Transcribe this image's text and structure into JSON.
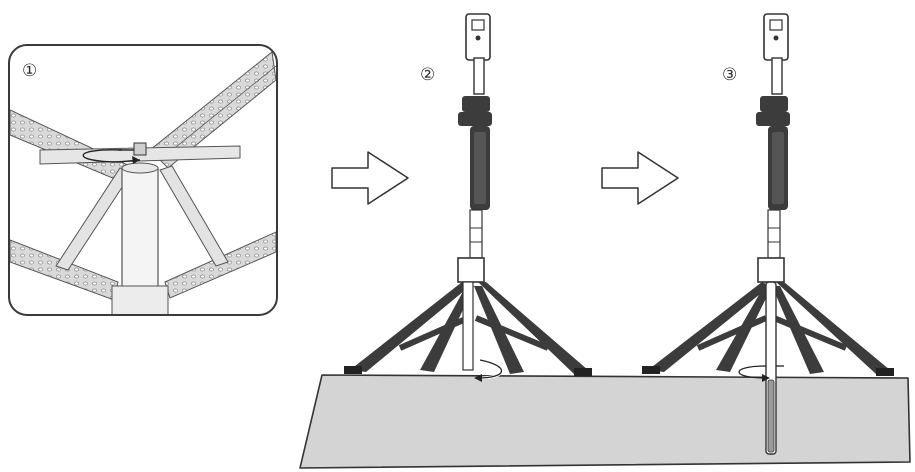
{
  "steps": [
    {
      "label": "①"
    },
    {
      "label": "②"
    },
    {
      "label": "③"
    }
  ],
  "colors": {
    "line": "#333333",
    "frame": "#3a3a3a",
    "truss_fill": "#dcdcdc",
    "ground_fill": "#d4d4d4",
    "leg_fill": "#3c3c3c",
    "column_fill": "#ffffff"
  },
  "icons": [
    "rotate-arrow-icon",
    "right-arrow-icon"
  ]
}
